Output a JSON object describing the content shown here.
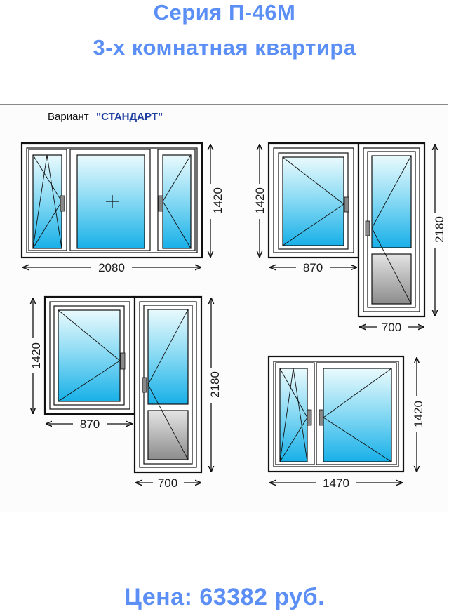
{
  "header": {
    "series": "Серия П-46М",
    "apartment": "3-х комнатная квартира"
  },
  "variant": {
    "label": "Вариант",
    "name": "\"СТАНДАРТ\""
  },
  "windows": {
    "w1": {
      "width": "2080",
      "height": "1420"
    },
    "w2": {
      "width": "870",
      "height": "1420",
      "door_width": "700",
      "door_height": "2180"
    },
    "w3": {
      "width": "870",
      "height": "1420",
      "door_width": "700",
      "door_height": "2180"
    },
    "w4": {
      "width": "1470",
      "height": "1420"
    }
  },
  "footer": {
    "price": "Цена: 63382 руб."
  },
  "colors": {
    "title": "#5b8ff5",
    "frame": "#111111",
    "glass_top": "#e8f8fc",
    "glass_bottom": "#1fb4ea",
    "panel_fill": "#a0a0a0"
  }
}
